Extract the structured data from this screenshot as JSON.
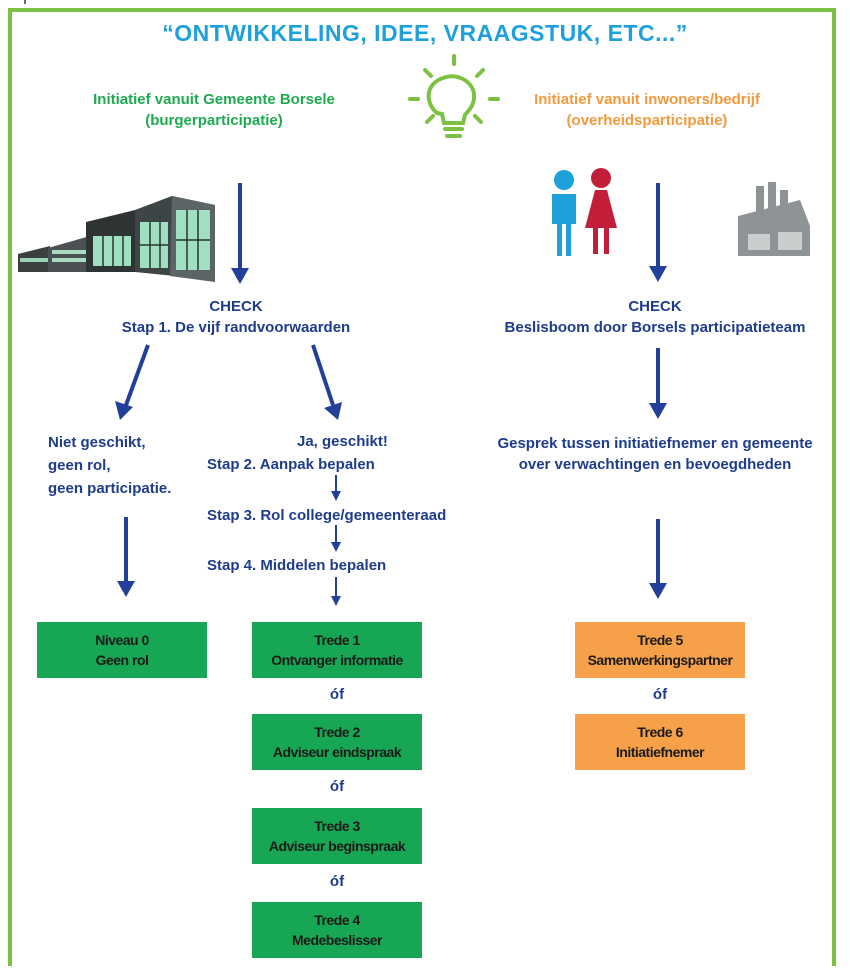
{
  "corner_text": "emplan",
  "title": "“ONTWIKKELING, IDEE, VRAAGSTUK, ETC...”",
  "left_header": {
    "line1": "Initiatief vanuit Gemeente Borsele",
    "line2": "(burgerparticipatie)"
  },
  "right_header": {
    "line1": "Initiatief vanuit inwoners/bedrijf",
    "line2": "(overheidsparticipatie)"
  },
  "left_check": {
    "line1": "CHECK",
    "line2": "Stap 1. De vijf randvoorwaarden"
  },
  "right_check": {
    "line1": "CHECK",
    "line2": "Beslisboom door Borsels participatieteam"
  },
  "not_suitable": {
    "line1": "Niet geschikt,",
    "line2": "geen rol,",
    "line3": "geen participatie."
  },
  "suitable": "Ja, geschikt!",
  "steps": [
    "Stap 2. Aanpak bepalen",
    "Stap 3. Rol college/gemeenteraad",
    "Stap 4. Middelen bepalen"
  ],
  "conversation": {
    "line1": "Gesprek tussen initiatiefnemer en gemeente",
    "line2": "over verwachtingen en bevoegdheden"
  },
  "level0": {
    "line1": "Niveau 0",
    "line2": "Geen rol"
  },
  "left_treden": [
    {
      "line1": "Trede 1",
      "line2": "Ontvanger informatie"
    },
    {
      "line1": "Trede 2",
      "line2": "Adviseur eindspraak"
    },
    {
      "line1": "Trede 3",
      "line2": "Adviseur beginspraak"
    },
    {
      "line1": "Trede 4",
      "line2": "Medebeslisser"
    }
  ],
  "right_treden": [
    {
      "line1": "Trede 5",
      "line2": "Samenwerkingspartner"
    },
    {
      "line1": "Trede 6",
      "line2": "Initiatiefnemer"
    }
  ],
  "of_label": "óf",
  "colors": {
    "green": "#17a653",
    "orange": "#f6a04a",
    "navy": "#1f3c8c",
    "title_blue": "#1ea0dc",
    "frame_green": "#7cc142"
  }
}
